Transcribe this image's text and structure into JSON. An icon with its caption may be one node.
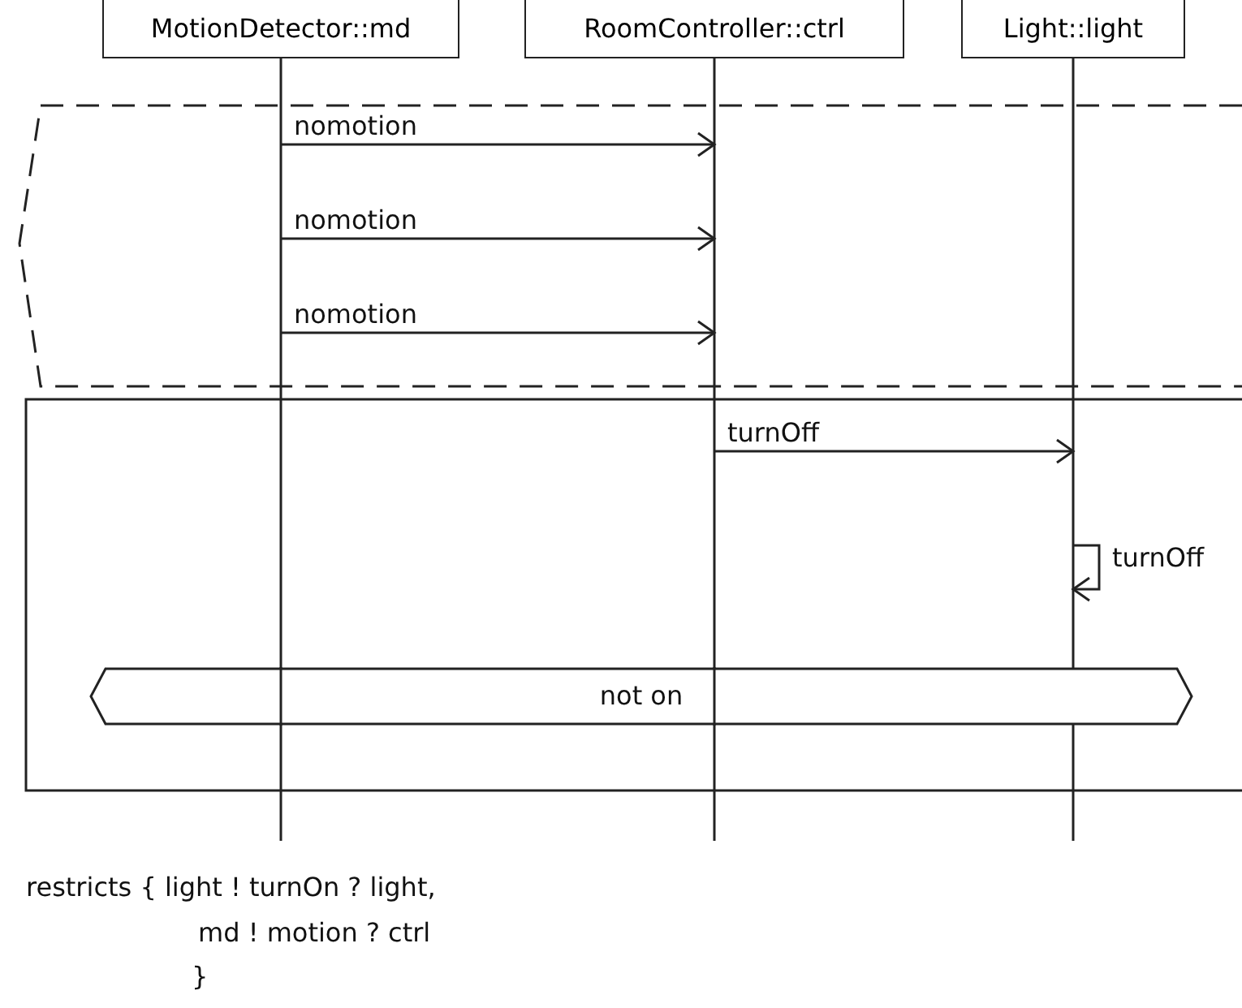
{
  "diagram": {
    "nodes": [
      {
        "text": [
          "MotionDetector::md"
        ]
      },
      {
        "text": [
          "RoomController::ctrl"
        ]
      },
      {
        "text": [
          "Light::light"
        ]
      },
      {
        "text": [
          "not on"
        ]
      }
    ],
    "edges": [
      {
        "from": 0,
        "to": 1,
        "arrow": "to",
        "label": "nomotion"
      },
      {
        "from": 0,
        "to": 1,
        "arrow": "to",
        "label": "nomotion"
      },
      {
        "from": 0,
        "to": 1,
        "arrow": "to",
        "label": "nomotion"
      },
      {
        "from": 1,
        "to": 2,
        "arrow": "to",
        "label": "turnOff"
      },
      {
        "from": 2,
        "to": 2,
        "arrow": "to",
        "label": "turnOff"
      }
    ],
    "labels": [
      "restricts { light ! turnOn ? light,",
      "md ! motion ? ctrl",
      "}"
    ]
  }
}
